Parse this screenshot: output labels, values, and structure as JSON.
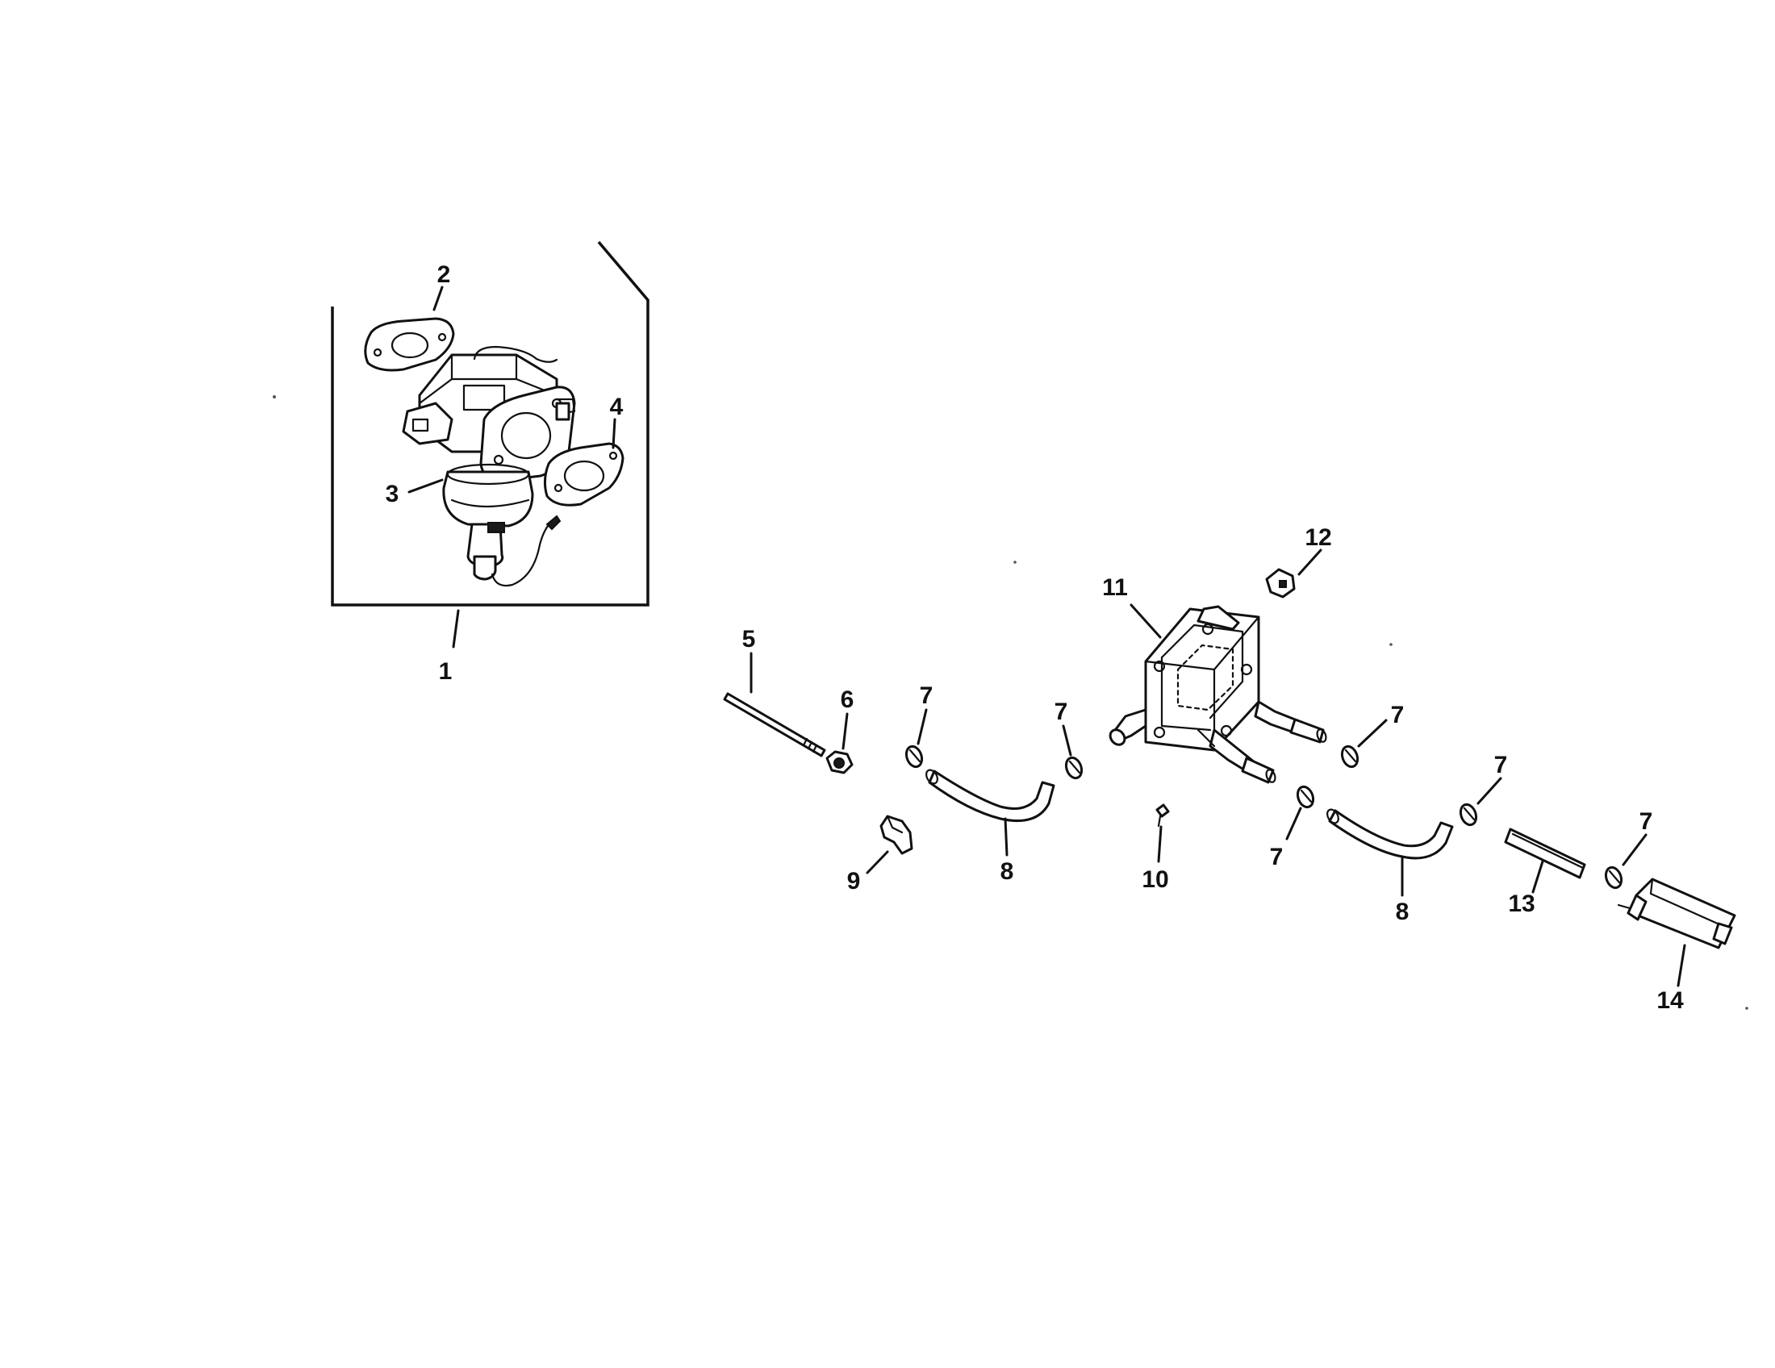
{
  "diagram": {
    "callouts": {
      "c1": "1",
      "c2": "2",
      "c3": "3",
      "c4": "4",
      "c5": "5",
      "c6": "6",
      "c7a": "7",
      "c7b": "7",
      "c7c": "7",
      "c7d": "7",
      "c7e": "7",
      "c7f": "7",
      "c8a": "8",
      "c8b": "8",
      "c9": "9",
      "c10": "10",
      "c11": "11",
      "c12": "12",
      "c13": "13",
      "c14": "14"
    },
    "colors": {
      "line": "#111111",
      "background": "#ffffff"
    }
  }
}
